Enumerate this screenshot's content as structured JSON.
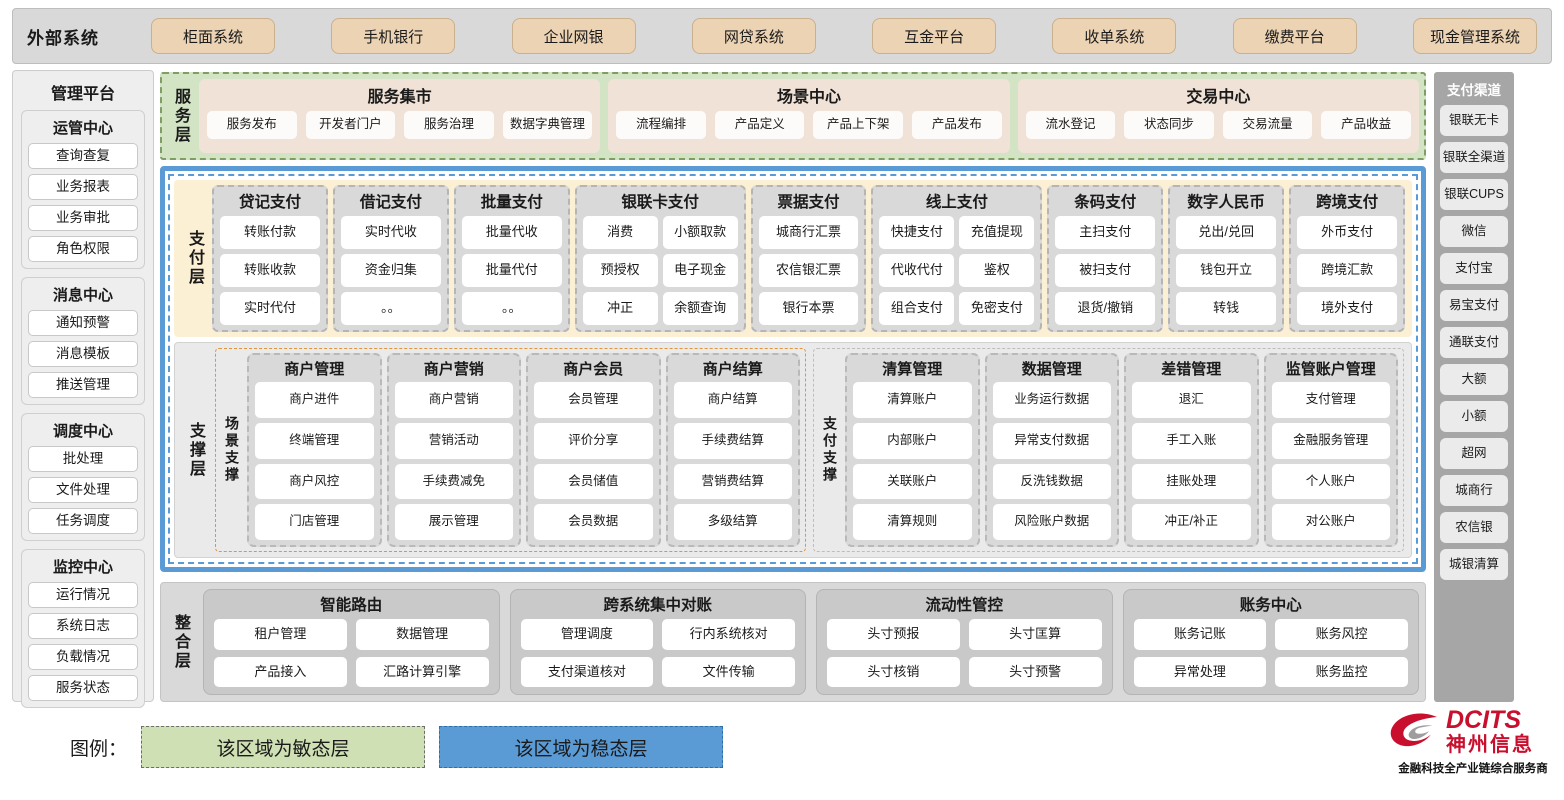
{
  "external": {
    "title": "外部系统",
    "systems": [
      "柜面系统",
      "手机银行",
      "企业网银",
      "网贷系统",
      "互金平台",
      "收单系统",
      "缴费平台",
      "现金管理系统"
    ]
  },
  "admin_platform": {
    "title": "管理平台",
    "groups": [
      {
        "title": "运管中心",
        "items": [
          "查询查复",
          "业务报表",
          "业务审批",
          "角色权限"
        ]
      },
      {
        "title": "消息中心",
        "items": [
          "通知预警",
          "消息模板",
          "推送管理"
        ]
      },
      {
        "title": "调度中心",
        "items": [
          "批处理",
          "文件处理",
          "任务调度"
        ]
      },
      {
        "title": "监控中心",
        "items": [
          "运行情况",
          "系统日志",
          "负载情况",
          "服务状态"
        ]
      }
    ]
  },
  "payment_channels": {
    "title": "支付渠道",
    "items": [
      "银联无卡",
      "银联全渠道",
      "银联CUPS",
      "微信",
      "支付宝",
      "易宝支付",
      "通联支付",
      "大额",
      "小额",
      "超网",
      "城商行",
      "农信银",
      "城银清算"
    ]
  },
  "service_layer": {
    "label": "服务层",
    "groups": [
      {
        "title": "服务集市",
        "items": [
          "服务发布",
          "开发者门户",
          "服务治理",
          "数据字典管理"
        ]
      },
      {
        "title": "场景中心",
        "items": [
          "流程编排",
          "产品定义",
          "产品上下架",
          "产品发布"
        ]
      },
      {
        "title": "交易中心",
        "items": [
          "流水登记",
          "状态同步",
          "交易流量",
          "产品收益"
        ]
      }
    ]
  },
  "payment_layer": {
    "label": "支付层",
    "groups": [
      {
        "title": "贷记支付",
        "cols": 1,
        "items": [
          "转账付款",
          "转账收款",
          "实时代付"
        ]
      },
      {
        "title": "借记支付",
        "cols": 1,
        "items": [
          "实时代收",
          "资金归集",
          "。。"
        ]
      },
      {
        "title": "批量支付",
        "cols": 1,
        "items": [
          "批量代收",
          "批量代付",
          "。。"
        ]
      },
      {
        "title": "银联卡支付",
        "cols": 2,
        "items": [
          "消费",
          "小额取款",
          "预授权",
          "电子现金",
          "冲正",
          "余额查询"
        ]
      },
      {
        "title": "票据支付",
        "cols": 1,
        "items": [
          "城商行汇票",
          "农信银汇票",
          "银行本票"
        ]
      },
      {
        "title": "线上支付",
        "cols": 2,
        "items": [
          "快捷支付",
          "充值提现",
          "代收代付",
          "鉴权",
          "组合支付",
          "免密支付"
        ]
      },
      {
        "title": "条码支付",
        "cols": 1,
        "items": [
          "主扫支付",
          "被扫支付",
          "退货/撤销"
        ]
      },
      {
        "title": "数字人民币",
        "cols": 1,
        "items": [
          "兑出/兑回",
          "钱包开立",
          "转钱"
        ]
      },
      {
        "title": "跨境支付",
        "cols": 1,
        "items": [
          "外币支付",
          "跨境汇款",
          "境外支付"
        ]
      }
    ]
  },
  "support_layer": {
    "label": "支撑层",
    "scene": {
      "label": "场景支撑",
      "groups": [
        {
          "title": "商户管理",
          "items": [
            "商户进件",
            "终端管理",
            "商户风控",
            "门店管理"
          ]
        },
        {
          "title": "商户营销",
          "items": [
            "商户营销",
            "营销活动",
            "手续费减免",
            "展示管理"
          ]
        },
        {
          "title": "商户会员",
          "items": [
            "会员管理",
            "评价分享",
            "会员储值",
            "会员数据"
          ]
        },
        {
          "title": "商户结算",
          "items": [
            "商户结算",
            "手续费结算",
            "营销费结算",
            "多级结算"
          ]
        }
      ]
    },
    "paysupport": {
      "label": "支付支撑",
      "groups": [
        {
          "title": "清算管理",
          "items": [
            "清算账户",
            "内部账户",
            "关联账户",
            "清算规则"
          ]
        },
        {
          "title": "数据管理",
          "items": [
            "业务运行数据",
            "异常支付数据",
            "反洗钱数据",
            "风险账户数据"
          ]
        },
        {
          "title": "差错管理",
          "items": [
            "退汇",
            "手工入账",
            "挂账处理",
            "冲正/补正"
          ]
        },
        {
          "title": "监管账户管理",
          "items": [
            "支付管理",
            "金融服务管理",
            "个人账户",
            "对公账户"
          ]
        }
      ]
    }
  },
  "integration_layer": {
    "label": "整合层",
    "groups": [
      {
        "title": "智能路由",
        "items": [
          "租户管理",
          "数据管理",
          "产品接入",
          "汇路计算引擎"
        ]
      },
      {
        "title": "跨系统集中对账",
        "items": [
          "管理调度",
          "行内系统核对",
          "支付渠道核对",
          "文件传输"
        ]
      },
      {
        "title": "流动性管控",
        "items": [
          "头寸预报",
          "头寸匡算",
          "头寸核销",
          "头寸预警"
        ]
      },
      {
        "title": "账务中心",
        "items": [
          "账务记账",
          "账务风控",
          "异常处理",
          "账务监控"
        ]
      }
    ]
  },
  "legend": {
    "label": "图例：",
    "agile": "该区域为敏态层",
    "stable": "该区域为稳态层"
  },
  "logo": {
    "name": "DCITS",
    "cn_name": "神州信息",
    "tagline": "金融科技全产业链综合服务商"
  },
  "colors": {
    "agile_green": "#cfe0b4",
    "stable_blue": "#5b9bd5",
    "external_tan": "#ecd3b4",
    "payment_yellow": "#fcf0d4",
    "brand_red": "#c8102e"
  }
}
